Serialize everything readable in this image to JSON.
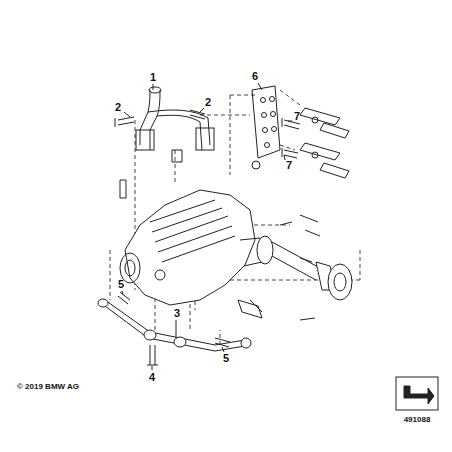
{
  "diagram": {
    "labels": [
      "1",
      "2",
      "2",
      "6",
      "7",
      "7",
      "5",
      "3",
      "5",
      "4",
      "© 2019 BMW AG",
      "491088"
    ]
  }
}
